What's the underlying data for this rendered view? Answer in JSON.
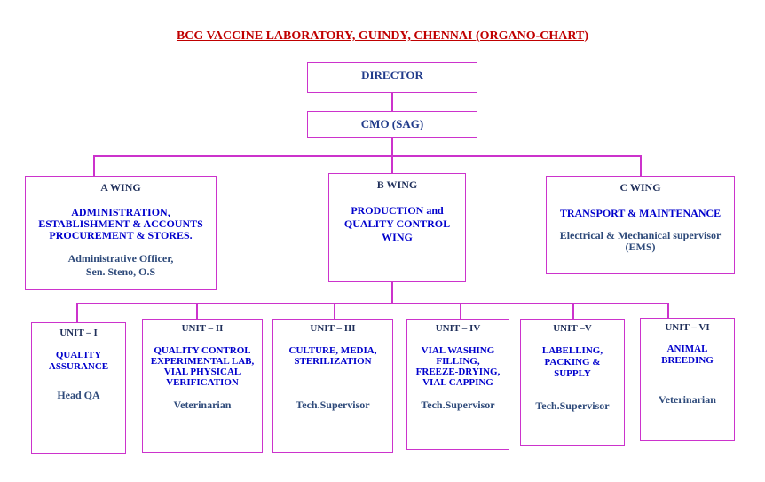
{
  "title": "BCG VACCINE LABORATORY, GUINDY, CHENNAI (ORGANO-CHART)",
  "director": "DIRECTOR",
  "cmo": "CMO (SAG)",
  "wings": {
    "a": {
      "name": "A WING",
      "functions": [
        "ADMINISTRATION,",
        "ESTABLISHMENT & ACCOUNTS",
        "PROCUREMENT & STORES."
      ],
      "staff": [
        "Administrative Officer,",
        "Sen. Steno, O.S"
      ]
    },
    "b": {
      "name": "B WING",
      "functions": [
        "PRODUCTION and",
        "QUALITY CONTROL",
        "WING"
      ]
    },
    "c": {
      "name": "C WING",
      "functions": [
        "TRANSPORT & MAINTENANCE"
      ],
      "staff": [
        "Electrical & Mechanical supervisor",
        "(EMS)"
      ]
    }
  },
  "units": [
    {
      "name": "UNIT – I",
      "functions": [
        "QUALITY",
        "ASSURANCE"
      ],
      "head": "Head QA"
    },
    {
      "name": "UNIT – II",
      "functions": [
        "QUALITY CONTROL",
        "EXPERIMENTAL LAB,",
        "VIAL PHYSICAL",
        "VERIFICATION"
      ],
      "head": "Veterinarian"
    },
    {
      "name": "UNIT – III",
      "functions": [
        "CULTURE, MEDIA,",
        "STERILIZATION"
      ],
      "head": "Tech.Supervisor"
    },
    {
      "name": "UNIT – IV",
      "functions": [
        "VIAL WASHING",
        "FILLING,",
        "FREEZE-DRYING,",
        "VIAL CAPPING"
      ],
      "head": "Tech.Supervisor"
    },
    {
      "name": "UNIT –V",
      "functions": [
        "LABELLING,",
        "PACKING &",
        "SUPPLY"
      ],
      "head": "Tech.Supervisor"
    },
    {
      "name": "UNIT – VI",
      "functions": [
        "ANIMAL",
        "BREEDING"
      ],
      "head": "Veterinarian"
    }
  ]
}
